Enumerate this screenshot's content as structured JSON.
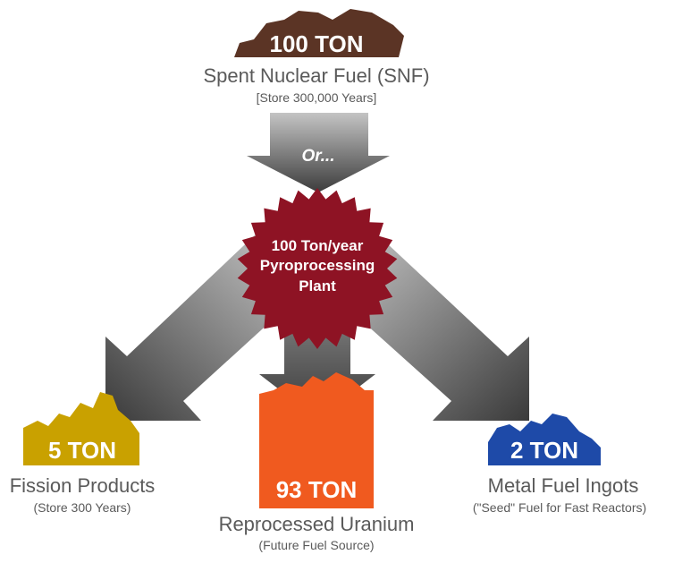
{
  "colors": {
    "snf_brown": "#5b3425",
    "plant_red": "#8e1324",
    "fission_gold": "#c9a100",
    "uranium_orange": "#f05a1f",
    "metal_blue": "#1e4aa8",
    "label_gray": "#5a5a5a"
  },
  "source": {
    "amount": "100 TON",
    "name": "Spent Nuclear Fuel (SNF)",
    "note": "[Store 300,000 Years]"
  },
  "connector": {
    "label": "Or..."
  },
  "plant": {
    "line1": "100 Ton/year",
    "line2": "Pyroprocessing",
    "line3": "Plant"
  },
  "outputs": {
    "fission": {
      "amount": "5 TON",
      "name": "Fission Products",
      "note": "(Store 300 Years)"
    },
    "uranium": {
      "amount": "93 TON",
      "name": "Reprocessed Uranium",
      "note": "(Future Fuel Source)"
    },
    "metal": {
      "amount": "2 TON",
      "name": "Metal Fuel Ingots",
      "note": "(\"Seed\" Fuel for Fast Reactors)"
    }
  }
}
